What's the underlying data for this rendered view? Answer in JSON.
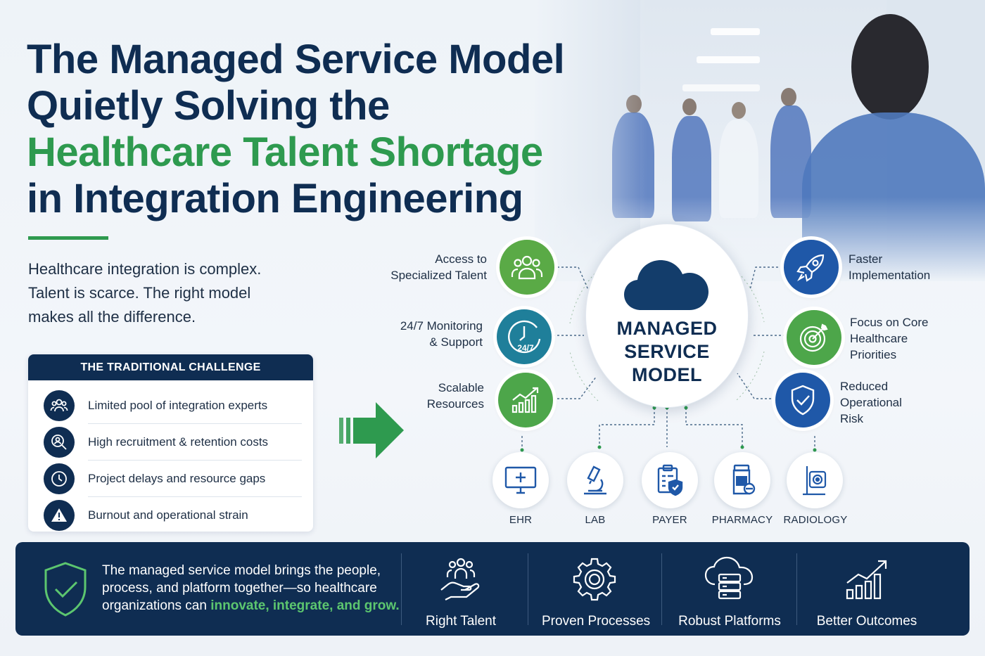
{
  "title": {
    "line1": "The Managed Service Model",
    "line2": "Quietly Solving the",
    "line3_highlight": "Healthcare Talent Shortage",
    "line4": "in Integration Engineering"
  },
  "intro": {
    "line1": "Healthcare integration is complex.",
    "line2": "Talent is scarce. The right model",
    "line3": "makes all the difference."
  },
  "challenge": {
    "heading": "THE TRADITIONAL CHALLENGE",
    "items": [
      {
        "label": "Limited pool of integration experts",
        "icon": "people-icon"
      },
      {
        "label": "High recruitment & retention costs",
        "icon": "search-person-icon"
      },
      {
        "label": "Project delays and resource gaps",
        "icon": "clock-icon"
      },
      {
        "label": "Burnout and operational strain",
        "icon": "warning-icon"
      }
    ]
  },
  "hub": {
    "line1": "MANAGED",
    "line2": "SERVICE",
    "line3": "MODEL",
    "icon": "cloud-icon"
  },
  "benefits_left": [
    {
      "line1": "Access to",
      "line2": "Specialized Talent",
      "icon": "people-icon",
      "color": "#5aaa46"
    },
    {
      "line1": "24/7 Monitoring",
      "line2": "& Support",
      "icon": "clock-247-icon",
      "color": "#1f7f9a",
      "icon_text": "24/7"
    },
    {
      "line1": "Scalable",
      "line2": "Resources",
      "icon": "growth-chart-icon",
      "color": "#4da64a"
    }
  ],
  "benefits_right": [
    {
      "line1": "Faster",
      "line2": "Implementation",
      "icon": "rocket-icon",
      "color": "#1f58a8"
    },
    {
      "line1": "Focus on Core",
      "line2": "Healthcare",
      "line3": "Priorities",
      "icon": "target-icon",
      "color": "#4da64a"
    },
    {
      "line1": "Reduced",
      "line2": "Operational",
      "line3": "Risk",
      "icon": "shield-check-icon",
      "color": "#1f58a8"
    }
  ],
  "systems": [
    {
      "label": "EHR",
      "icon": "monitor-medical-icon"
    },
    {
      "label": "LAB",
      "icon": "microscope-icon"
    },
    {
      "label": "PAYER",
      "icon": "clipboard-shield-icon"
    },
    {
      "label": "PHARMACY",
      "icon": "pill-bottle-icon"
    },
    {
      "label": "RADIOLOGY",
      "icon": "xray-icon"
    }
  ],
  "banner": {
    "msg_part1": "The managed service model brings the people, process, and platform together—so healthcare organizations can ",
    "msg_highlight": "innovate, integrate, and grow.",
    "pillars": [
      {
        "label": "Right Talent",
        "icon": "hand-people-icon"
      },
      {
        "label": "Proven Processes",
        "icon": "gear-icon"
      },
      {
        "label": "Robust Platforms",
        "icon": "cloud-server-icon"
      },
      {
        "label": "Better Outcomes",
        "icon": "growth-chart-icon"
      }
    ]
  },
  "colors": {
    "navy": "#0f2d52",
    "green": "#2e9a4f",
    "highlight_green": "#5cc66f"
  }
}
